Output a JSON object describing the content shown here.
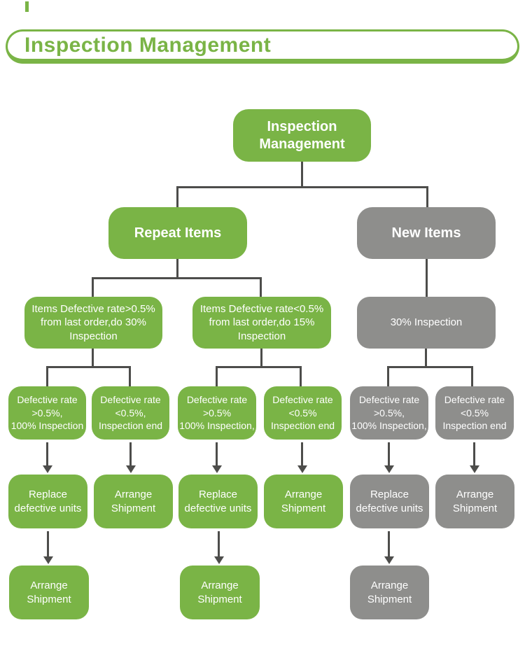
{
  "header": {
    "title": "Inspection Management"
  },
  "colors": {
    "green": "#7AB446",
    "gray": "#8E8E8C",
    "connector": "#4D4D4B",
    "node_text": "#FFFFFF"
  },
  "flowchart": {
    "nodes": [
      {
        "id": "root",
        "label": "Inspection\nManagement",
        "color": "green"
      },
      {
        "id": "repeat-items",
        "label": "Repeat Items",
        "color": "green"
      },
      {
        "id": "new-items",
        "label": "New Items",
        "color": "gray"
      },
      {
        "id": "repeat-high-rate",
        "label": "Items Defective rate>0.5%\nfrom last order,do 30%\nInspection",
        "color": "green"
      },
      {
        "id": "repeat-low-rate",
        "label": "Items Defective rate<0.5%\nfrom last order,do 15%\nInspection",
        "color": "green"
      },
      {
        "id": "new-30-inspection",
        "label": "30% Inspection",
        "color": "gray"
      },
      {
        "id": "r4-1",
        "label": "Defective rate\n>0.5%,\n100% Inspection",
        "color": "green"
      },
      {
        "id": "r4-2",
        "label": "Defective rate\n<0.5%,\nInspection end",
        "color": "green"
      },
      {
        "id": "r4-3",
        "label": "Defective rate\n>0.5%\n100% Inspection,",
        "color": "green"
      },
      {
        "id": "r4-4",
        "label": "Defective rate\n<0.5%\nInspection end",
        "color": "green"
      },
      {
        "id": "r4-5",
        "label": "Defective rate\n>0.5%,\n100% Inspection,",
        "color": "gray"
      },
      {
        "id": "r4-6",
        "label": "Defective rate\n<0.5%\nInspection end",
        "color": "gray"
      },
      {
        "id": "r5-1",
        "label": "Replace\ndefective units",
        "color": "green"
      },
      {
        "id": "r5-2",
        "label": "Arrange\nShipment",
        "color": "green"
      },
      {
        "id": "r5-3",
        "label": "Replace\ndefective units",
        "color": "green"
      },
      {
        "id": "r5-4",
        "label": "Arrange\nShipment",
        "color": "green"
      },
      {
        "id": "r5-5",
        "label": "Replace\ndefective units",
        "color": "gray"
      },
      {
        "id": "r5-6",
        "label": "Arrange\nShipment",
        "color": "gray"
      },
      {
        "id": "r6-1",
        "label": "Arrange\nShipment",
        "color": "green"
      },
      {
        "id": "r6-2",
        "label": "Arrange\nShipment",
        "color": "green"
      },
      {
        "id": "r6-3",
        "label": "Arrange\nShipment",
        "color": "gray"
      }
    ]
  }
}
